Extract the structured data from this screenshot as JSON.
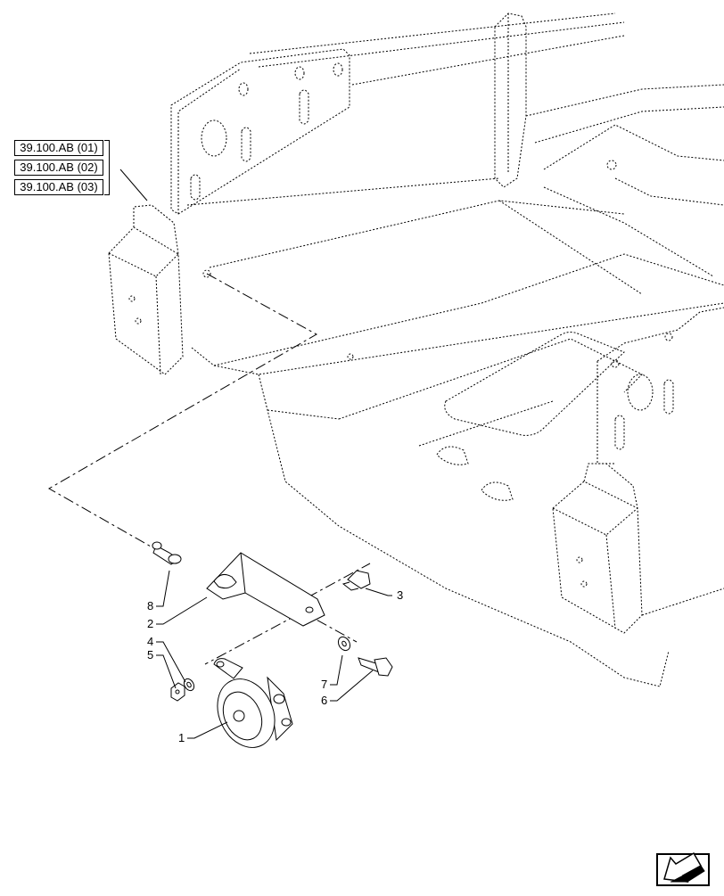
{
  "references": [
    {
      "code": "39.100.AB (01)"
    },
    {
      "code": "39.100.AB (02)"
    },
    {
      "code": "39.100.AB (03)"
    }
  ],
  "callouts": [
    {
      "number": "1",
      "part": "horn"
    },
    {
      "number": "2",
      "part": "bracket"
    },
    {
      "number": "3",
      "part": "bolt"
    },
    {
      "number": "4",
      "part": "washer"
    },
    {
      "number": "5",
      "part": "nut"
    },
    {
      "number": "6",
      "part": "bolt"
    },
    {
      "number": "7",
      "part": "washer"
    },
    {
      "number": "8",
      "part": "spacer"
    }
  ],
  "icons": {
    "navigation": "previous-view-arrow-icon"
  },
  "colors": {
    "line": "#000000",
    "background": "#ffffff"
  }
}
